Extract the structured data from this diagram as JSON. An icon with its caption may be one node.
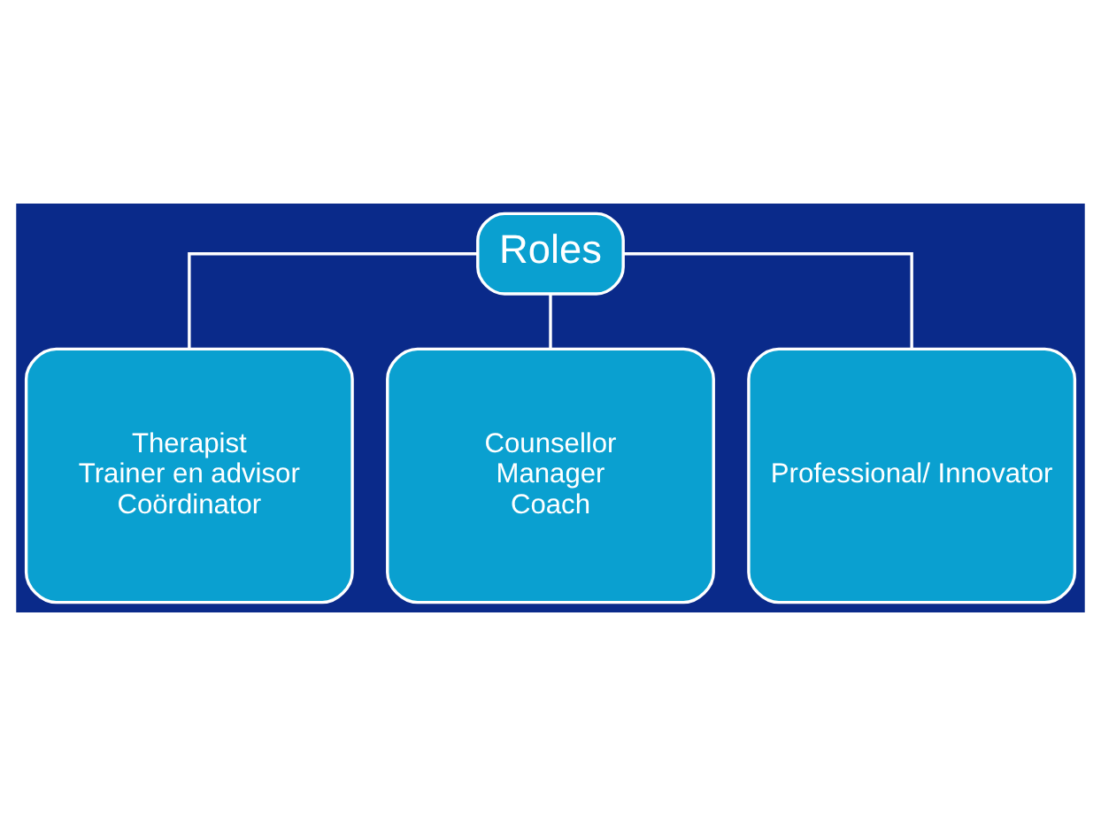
{
  "diagram": {
    "nodes": [
      {
        "text": [
          "Roles"
        ]
      },
      {
        "text": [
          "Therapist",
          "Trainer en advisor",
          "Coördinator"
        ]
      },
      {
        "text": [
          "Counsellor",
          "Manager",
          "Coach"
        ]
      },
      {
        "text": [
          "Professional/ Innovator"
        ]
      }
    ],
    "edges": [
      {
        "from": 0,
        "to": 1,
        "arrow": "none"
      },
      {
        "from": 0,
        "to": 2,
        "arrow": "none"
      },
      {
        "from": 0,
        "to": 3,
        "arrow": "none"
      }
    ]
  }
}
